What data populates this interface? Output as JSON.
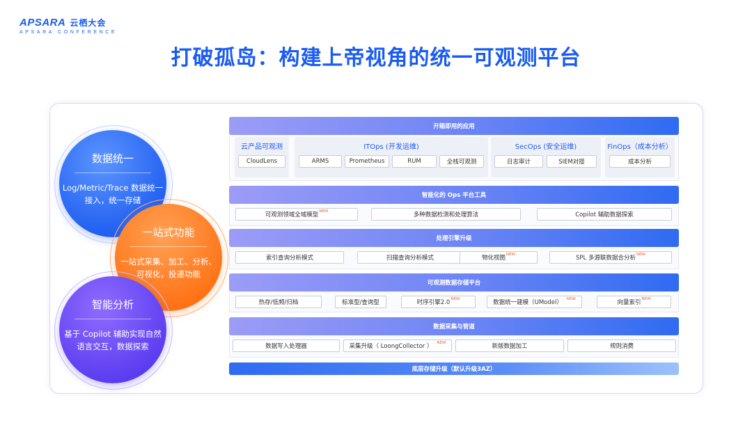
{
  "logo": {
    "brand": "APSARA",
    "cn": "云栖大会",
    "sub": "APSARA CONFERENCE"
  },
  "title": "打破孤岛：构建上帝视角的统一可观测平台",
  "circles": {
    "data": {
      "title": "数据统一",
      "body": "Log/Metric/Trace 数据统一接入，统一存储"
    },
    "onestop": {
      "title": "一站式功能",
      "body": "一站式采集、加工、分析、可视化，投递功能"
    },
    "smart": {
      "title": "智能分析",
      "body": "基于 Copilot 辅助实现自然语言交互，数据探索"
    }
  },
  "new_tag": "NEW",
  "layers": {
    "apps": {
      "title": "开箱即用的应用",
      "groups": [
        {
          "title": "云产品可观测",
          "items": [
            "CloudLens"
          ]
        },
        {
          "title": "ITOps (开发运维)",
          "items": [
            "ARMS",
            "Prometheus",
            "RUM",
            "全栈可观测"
          ]
        },
        {
          "title": "SecOps (安全运维)",
          "items": [
            "日志审计",
            "SIEM对接"
          ]
        },
        {
          "title": "FinOps（成本分析）",
          "items": [
            "成本分析"
          ]
        }
      ]
    },
    "ops": {
      "title": "智能化的 Ops 平台工具",
      "items": [
        "可观测领域全域模型",
        "多种数据检测和处理算法",
        "Copilot 辅助数据探索"
      ]
    },
    "engine": {
      "title": "处理引擎升级",
      "items": [
        "索引查询分析模式",
        "扫描查询分析模式",
        "物化视图",
        "SPL 多源联数据合分析"
      ]
    },
    "storage": {
      "title": "可观测数据存储平台",
      "items": [
        "热存/低频/归档",
        "标准型/查询型",
        "时序引擎2.0",
        "数据统一建模（UModel）",
        "向量索引"
      ]
    },
    "collect": {
      "title": "数据采集与管道",
      "items": [
        "数据写入处理器",
        "采集升级（ LoongCollector ）",
        "新版数据加工",
        "规则消费"
      ]
    },
    "bottom": {
      "title": "底层存储升级（默认升级3AZ）"
    }
  },
  "colors": {
    "accent": "#1a5cf0",
    "new": "#ff5a1f",
    "orange": "#ff7a1a",
    "purple": "#6a4ef0"
  }
}
